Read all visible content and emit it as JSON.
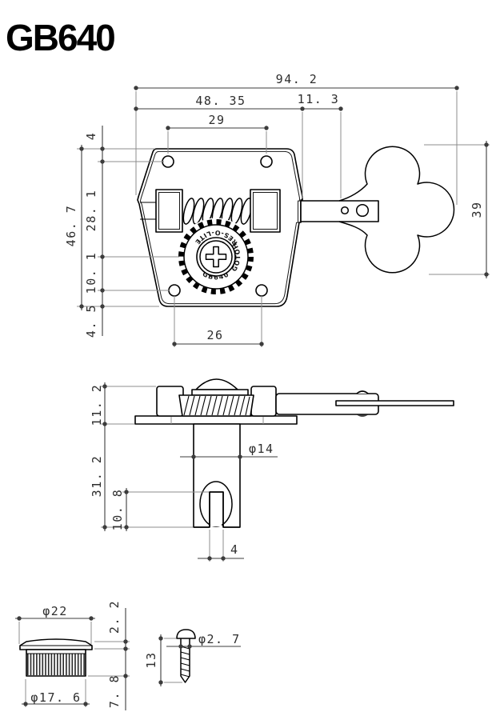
{
  "title": "GB640",
  "colors": {
    "background": "#ffffff",
    "outline": "#000000",
    "dimension_line": "#3c3c3c",
    "extension_line": "#8c8c8c",
    "text": "#2e2e2e"
  },
  "front_view": {
    "dim_overall_width": "94. 2",
    "dim_plate_to_key": "48. 35",
    "dim_top_hole_spacing": "29",
    "dim_shaft_exposed": "11. 3",
    "dim_top_edge_to_holes": "4",
    "dim_plate_height": "46. 7",
    "dim_holes_to_gear_center": "28. 1",
    "dim_gear_center_to_holes": "10. 1",
    "dim_holes_to_bottom_edge": "4. 5",
    "dim_bottom_hole_spacing": "26",
    "dim_key_height": "39",
    "gear_text_top": "RES-O-LITE",
    "gear_text_right": "GOTOH",
    "gear_text_bottom": "GB640"
  },
  "side_view": {
    "dim_height_above_plate": "11. 2",
    "dim_length_below_plate": "31. 2",
    "dim_string_slot_depth": "10. 8",
    "dim_shaft_diameter": "φ14",
    "dim_slot_width": "4"
  },
  "bushing_view": {
    "dim_flange_diameter": "φ22",
    "dim_flange_height": "2. 2",
    "dim_body_diameter": "φ17. 6",
    "dim_body_height": "7. 8"
  },
  "screw_view": {
    "dim_length": "13",
    "dim_thread_diameter": "φ2. 7"
  }
}
